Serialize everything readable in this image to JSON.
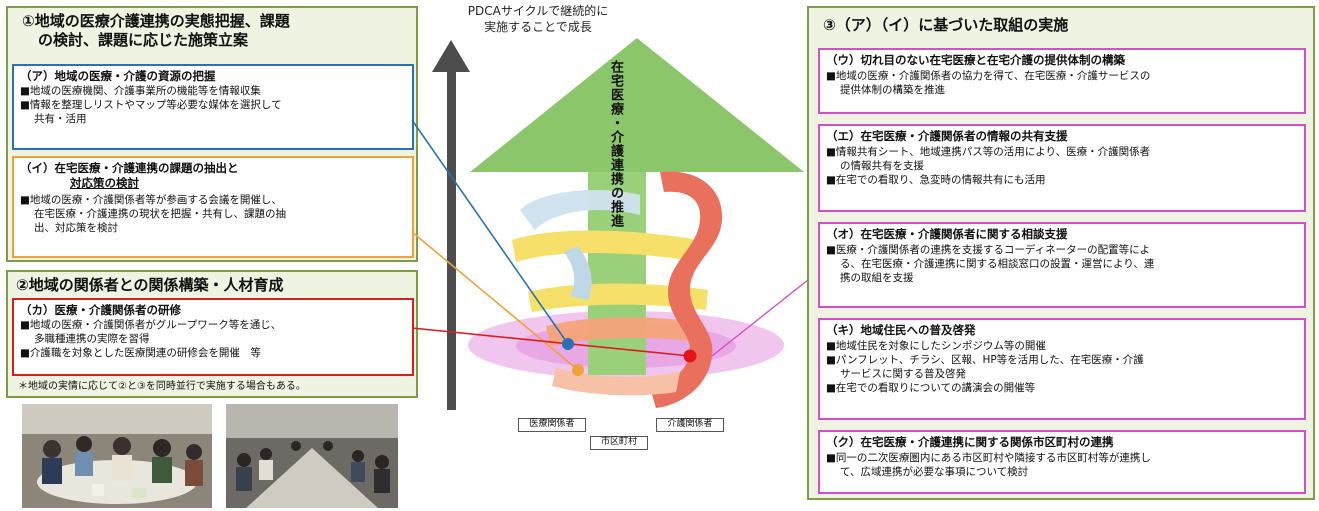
{
  "colors": {
    "green": "#7e9c4a",
    "green_bg": "#eef3e2",
    "blue": "#2a70b8",
    "orange": "#f0a23a",
    "red": "#d6201f",
    "magenta": "#d44fc9"
  },
  "left_top": {
    "title_line1": "①地域の医療介護連携の実態把握、課題",
    "title_line2": "の検討、課題に応じた施策立案",
    "box_a": {
      "title": "（ア）地域の医療・介護の資源の把握",
      "bullets": [
        "■地域の医療機関、介護事業所の機能等を情報収集",
        "■情報を整理しリストやマップ等必要な媒体を選択して",
        "共有・活用"
      ]
    },
    "box_i": {
      "title_line1": "（イ）在宅医療・介護連携の課題の抽出と",
      "title_line2": "対応策の検討",
      "bullets": [
        "■地域の医療・介護関係者等が参画する会議を開催し、",
        "在宅医療・介護連携の現状を把握・共有し、課題の抽",
        "出、対応策を検討"
      ]
    }
  },
  "left_bottom": {
    "title": "②地域の関係者との関係構築・人材育成",
    "box_ka": {
      "title": "（カ）医療・介護関係者の研修",
      "bullets": [
        "■地域の医療・介護関係者がグループワーク等を通じ、",
        "多職種連携の実際を習得",
        "■介護職を対象とした医療関連の研修会を開催　等"
      ]
    },
    "note": "＊地域の実情に応じて②と③を同時並行で実施する場合もある。"
  },
  "center": {
    "pdca_line1": "PDCAサイクルで継続的に",
    "pdca_line2": "実施することで成長",
    "vertical_text": "在宅医療・介護連携の推進",
    "label_medical": "医療関係者",
    "label_care": "介護関係者",
    "label_city": "市区町村"
  },
  "right": {
    "title": "③（ア）（イ）に基づいた取組の実施",
    "boxes": [
      {
        "title": "（ウ）切れ目のない在宅医療と在宅介護の提供体制の構築",
        "bullets": [
          "■地域の医療・介護関係者の協力を得て、在宅医療・介護サービスの",
          "提供体制の構築を推進"
        ]
      },
      {
        "title": "（エ）在宅医療・介護関係者の情報の共有支援",
        "bullets": [
          "■情報共有シート、地域連携パス等の活用により、医療・介護関係者",
          "の情報共有を支援",
          "■在宅での看取り、急変時の情報共有にも活用"
        ]
      },
      {
        "title": "（オ）在宅医療・介護関係者に関する相談支援",
        "bullets": [
          "■医療・介護関係者の連携を支援するコーディネーターの配置等によ",
          "る、在宅医療・介護連携に関する相談窓口の設置・運営により、連",
          "携の取組を支援"
        ]
      },
      {
        "title": "（キ）地域住民への普及啓発",
        "bullets": [
          "■地域住民を対象にしたシンポジウム等の開催",
          "■パンフレット、チラシ、区報、HP等を活用した、在宅医療・介護",
          "サービスに関する普及啓発",
          "■在宅での看取りについての講演会の開催等"
        ]
      },
      {
        "title": "（ク）在宅医療・介護連携に関する関係市区町村の連携",
        "bullets": [
          "■同一の二次医療圏内にある市区町村や隣接する市区町村等が連携し",
          "て、広域連携が必要な事項について検討"
        ]
      }
    ]
  },
  "photos": {
    "left_icon": "workshop-photo",
    "right_icon": "meeting-photo"
  }
}
